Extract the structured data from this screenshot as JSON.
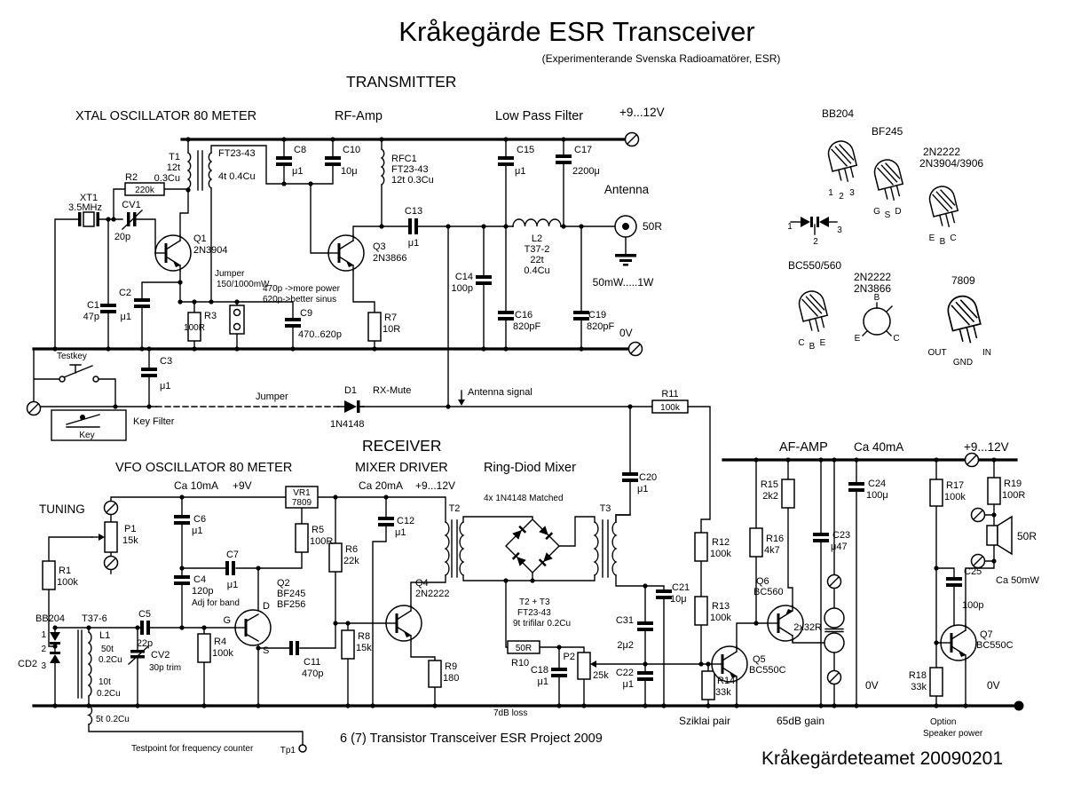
{
  "header": {
    "title": "Kråkegärde ESR Transceiver",
    "subtitle": "(Experimenterande Svenska Radioamatörer, ESR)",
    "tx_section": "TRANSMITTER",
    "rx_section": "RECEIVER"
  },
  "footer": {
    "project": "6 (7) Transistor Transceiver ESR Project 2009",
    "team": "Kråkegärdeteamet 20090201"
  },
  "tx": {
    "osc_title": "XTAL OSCILLATOR 80 METER",
    "rfamp_title": "RF-Amp",
    "lpf_title": "Low Pass Filter",
    "supply": "+9...12V",
    "gnd": "0V",
    "antenna": "Antenna",
    "ant_z": "50R",
    "power": "50mW.....1W",
    "t1": {
      "r": "T1",
      "t": "12t",
      "w": "0.3Cu",
      "core": "FT23-43",
      "sec": "4t 0.4Cu"
    },
    "c8": {
      "r": "C8",
      "v": "μ1"
    },
    "c10": {
      "r": "C10",
      "v": "10μ"
    },
    "rfc1": {
      "r": "RFC1",
      "core": "FT23-43",
      "t": "12t 0.3Cu"
    },
    "c15": {
      "r": "C15",
      "v": "μ1"
    },
    "c17": {
      "r": "C17",
      "v": "2200μ"
    },
    "r2": {
      "r": "R2",
      "v": "220k"
    },
    "xt1": {
      "r": "XT1",
      "v": "3.5MHz"
    },
    "cv1": {
      "r": "CV1",
      "v": "20p"
    },
    "q1": {
      "r": "Q1",
      "v": "2N3904"
    },
    "jumper_sel": {
      "l1": "Jumper",
      "l2": "150/1000mW"
    },
    "c9_note1": "470p ->more power",
    "c9_note2": "620p->better sinus",
    "q3": {
      "r": "Q3",
      "v": "2N3866"
    },
    "c13": {
      "r": "C13",
      "v": "μ1"
    },
    "c14": {
      "r": "C14",
      "v": "100p"
    },
    "l2": {
      "r": "L2",
      "core": "T37-2",
      "t": "22t",
      "w": "0.4Cu"
    },
    "c1": {
      "r": "C1",
      "v": "47p"
    },
    "c2": {
      "r": "C2",
      "v": "μ1"
    },
    "r3": {
      "r": "R3",
      "v": "100R"
    },
    "c9": {
      "r": "C9",
      "v": "470..620p"
    },
    "r7": {
      "r": "R7",
      "v": "10R"
    },
    "c16": {
      "r": "C16",
      "v": "820pF"
    },
    "c19": {
      "r": "C19",
      "v": "820pF"
    },
    "testkey": "Testkey",
    "c3": {
      "r": "C3",
      "v": "μ1"
    },
    "key": "Key",
    "key_filter": "Key Filter",
    "jumper_link": "Jumper",
    "d1": {
      "r": "D1",
      "note": "RX-Mute",
      "v": "1N4148"
    },
    "ant_signal": "Antenna signal",
    "r11": {
      "r": "R11",
      "v": "100k"
    }
  },
  "rx": {
    "vfo_title": "VFO OSCILLATOR 80 METER",
    "mixer_title": "MIXER DRIVER",
    "ring_title": "Ring-Diod Mixer",
    "af_title": "AF-AMP",
    "af_current": "Ca 40mA",
    "af_supply": "+9...12V",
    "vfo_current": "Ca 10mA",
    "vfo_supply": "+9V",
    "mix_current": "Ca 20mA",
    "mix_supply": "+9...12V",
    "tuning": "TUNING",
    "vr1": {
      "r": "VR1",
      "v": "7809"
    },
    "p1": {
      "r": "P1",
      "v": "15k"
    },
    "r1": {
      "r": "R1",
      "v": "100k"
    },
    "c6": {
      "r": "C6",
      "v": "μ1"
    },
    "c4": {
      "r": "C4",
      "v": "120p",
      "note": "Adj for band"
    },
    "c7": {
      "r": "C7",
      "v": "μ1"
    },
    "c5": {
      "r": "C5",
      "v": "22p"
    },
    "cv2": {
      "r": "CV2",
      "v": "30p trim"
    },
    "r4": {
      "r": "R4",
      "v": "100k"
    },
    "bb204": {
      "r": "BB204",
      "core": "T37-6",
      "cd": "CD2",
      "p1": "1",
      "p2": "2",
      "p3": "3"
    },
    "l1": {
      "r": "L1",
      "t1": "50t",
      "w1": "0.2Cu",
      "t2": "10t",
      "w2": "0.2Cu",
      "link": "5t 0.2Cu"
    },
    "q2": {
      "r": "Q2",
      "v": "BF245",
      "v2": "BF256",
      "g": "G",
      "d": "D",
      "s": "S"
    },
    "r5": {
      "r": "R5",
      "v": "100R"
    },
    "r6": {
      "r": "R6",
      "v": "22k"
    },
    "c11": {
      "r": "C11",
      "v": "470p"
    },
    "r8": {
      "r": "R8",
      "v": "15k"
    },
    "q4": {
      "r": "Q4",
      "v": "2N2222"
    },
    "c12": {
      "r": "C12",
      "v": "μ1"
    },
    "r9": {
      "r": "R9",
      "v": "180"
    },
    "t2": "T2",
    "t3": "T3",
    "ring_note": "4x 1N4148 Matched",
    "trafo_note1": "T2 + T3",
    "trafo_note2": "FT23-43",
    "trafo_note3": "9t trifilar 0.2Cu",
    "testpoint": "Testpoint for frequency counter",
    "tp1": "Tp1",
    "loss": "7dB loss",
    "r10": {
      "r": "R10",
      "v": "50R"
    },
    "p2": {
      "r": "P2",
      "v": "25k"
    },
    "c18": {
      "r": "C18",
      "v": "μ1"
    },
    "c20": {
      "r": "C20",
      "v": "μ1"
    },
    "c21": {
      "r": "C21",
      "v": "10μ"
    },
    "c31": {
      "r": "C31",
      "v": "2μ2"
    },
    "c22": {
      "r": "C22",
      "v": "μ1"
    },
    "r12": {
      "r": "R12",
      "v": "100k"
    },
    "r13": {
      "r": "R13",
      "v": "100k"
    },
    "r14": {
      "r": "R14",
      "v": "33k"
    },
    "r15": {
      "r": "R15",
      "v": "2k2"
    },
    "r16": {
      "r": "R16",
      "v": "4k7"
    },
    "c23": {
      "r": "C23",
      "v": "μ47"
    },
    "c24": {
      "r": "C24",
      "v": "100μ"
    },
    "q5": {
      "r": "Q5",
      "v": "BC550C"
    },
    "q6": {
      "r": "Q6",
      "v": "BC560"
    },
    "sziklai": "Sziklai pair",
    "gain": "65dB gain",
    "xfmr": "2x32R",
    "gnd1": "0V",
    "gnd2": "0V",
    "r17": {
      "r": "R17",
      "v": "100k"
    },
    "r19": {
      "r": "R19",
      "v": "100R"
    },
    "spk_z": "50R",
    "spk_pwr": "Ca 50mW",
    "c25": {
      "r": "C25",
      "v": "100p"
    },
    "q7": {
      "r": "Q7",
      "v": "BC550C"
    },
    "r18": {
      "r": "R18",
      "v": "33k"
    },
    "option1": "Option",
    "option2": "Speaker power"
  },
  "pkg": {
    "bb204": {
      "name": "BB204",
      "p1": "1",
      "p2": "2",
      "p3": "3",
      "d1": "1",
      "d2": "2",
      "d3": "3"
    },
    "bf245": {
      "name": "BF245",
      "p1": "G",
      "p2": "S",
      "p3": "D"
    },
    "npn": {
      "name": "2N2222",
      "name2": "2N3904/3906",
      "p1": "E",
      "p2": "B",
      "p3": "C"
    },
    "bc": {
      "name": "BC550/560",
      "p1": "C",
      "p2": "B",
      "p3": "E"
    },
    "can": {
      "name": "2N2222",
      "name2": "2N3866",
      "p1": "E",
      "p2": "B",
      "p3": "C"
    },
    "reg": {
      "name": "7809",
      "p1": "OUT",
      "p2": "GND",
      "p3": "IN"
    }
  }
}
